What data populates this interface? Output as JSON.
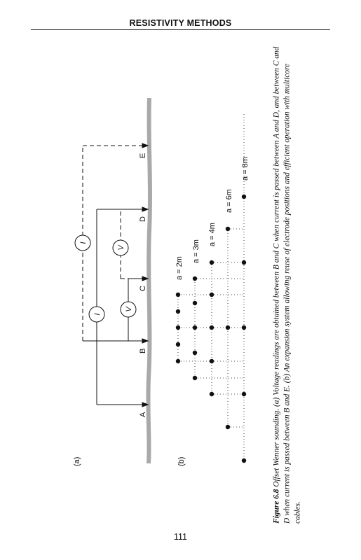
{
  "header": {
    "running_title": "RESISTIVITY METHODS"
  },
  "figure": {
    "panel_a_label": "(a)",
    "panel_b_label": "(b)",
    "electrodes": [
      "A",
      "B",
      "C",
      "D",
      "E"
    ],
    "meter_current": "I",
    "meter_voltage": "V",
    "spacings": [
      "a = 2m",
      "a = 3m",
      "a = 4m",
      "a = 6m",
      "a = 8m"
    ]
  },
  "caption": {
    "lead": "Figure 6.8",
    "text": "Offset Wenner sounding. (a) Voltage readings are obtained between B and C when current is passed between A and D, and between C and D when current is passed between B and E. (b) An expansion system allowing reuse of electrode positions and efficient operation with multicore cables."
  },
  "page": {
    "number": "111"
  }
}
